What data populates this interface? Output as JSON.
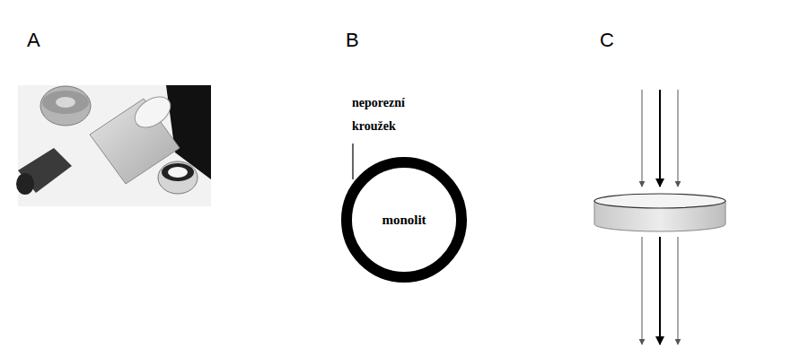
{
  "diagram": {
    "nodes": [
      {
        "text": [
          "monolit"
        ]
      }
    ],
    "labels": [
      "A",
      "B",
      "C",
      "neporezní kroužek"
    ]
  }
}
